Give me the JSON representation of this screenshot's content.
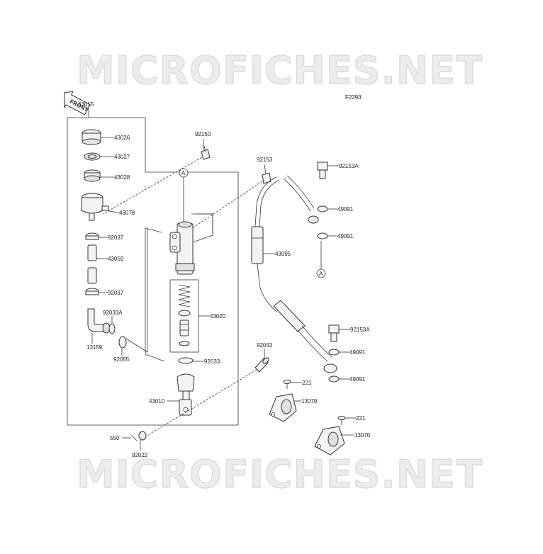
{
  "watermark": {
    "text": "MICROFICHES.NET"
  },
  "figure_code": "F2293",
  "front_label": "FRONT",
  "ref_marker": "A",
  "parts": {
    "p43015": "43015",
    "p43026": "43026",
    "p43027": "43027",
    "p43028": "43028",
    "p43078": "43078",
    "p92037a": "92037",
    "p43059": "43059",
    "p92037b": "92037",
    "p92033A": "92033A",
    "p13159": "13159",
    "p92055": "92055",
    "p92150": "92150",
    "p43020": "43020",
    "p92033": "92033",
    "p43010": "43010",
    "p550": "550",
    "p92022": "92022",
    "p92153": "92153",
    "p43095": "43095",
    "p92043": "92043",
    "p92153Aa": "92153A",
    "p49091a": "49091",
    "p49091b": "49091",
    "p92153Ab": "92153A",
    "p49091c": "49091",
    "p49091d": "49091",
    "p221a": "221",
    "p13070a": "13070",
    "p221b": "221",
    "p13070b": "13070"
  },
  "colors": {
    "line": "#333333",
    "part_fill": "#f3f3f3",
    "watermark": "#d9d9d9"
  }
}
